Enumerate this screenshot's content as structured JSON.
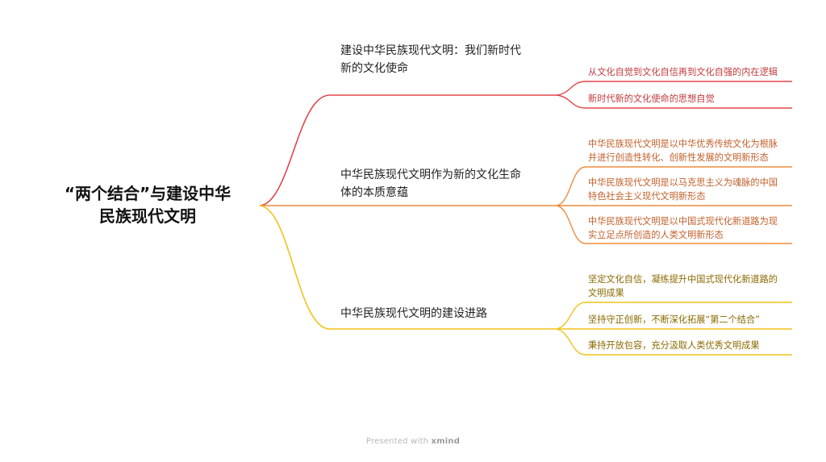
{
  "colors": {
    "branch_1": "#e2474b",
    "branch_2": "#ef8c3f",
    "branch_3": "#f0c31a",
    "leaf_text_1": "#c23a3d",
    "leaf_text_2": "#c2602a",
    "leaf_text_3": "#8a6a00"
  },
  "root": {
    "title_line1": "“两个结合”与建设中华",
    "title_line2": "民族现代文明"
  },
  "branches": [
    {
      "title_line1": "建设中华民族现代文明：我们新时代",
      "title_line2": "新的文化使命",
      "leaves": [
        {
          "line1": "从文化自觉到文化自信再到文化自强的内在逻辑",
          "line2": ""
        },
        {
          "line1": "新时代新的文化使命的思想自觉",
          "line2": ""
        }
      ]
    },
    {
      "title_line1": "中华民族现代文明作为新的文化生命",
      "title_line2": "体的本质意蕴",
      "leaves": [
        {
          "line1": "中华民族现代文明是以中华优秀传统文化为根脉",
          "line2": "并进行创造性转化、创新性发展的文明新形态"
        },
        {
          "line1": "中华民族现代文明是以马克思主义为魂脉的中国",
          "line2": "特色社会主义现代文明新形态"
        },
        {
          "line1": "中华民族现代文明是以中国式现代化新道路为现",
          "line2": "实立足点所创造的人类文明新形态"
        }
      ]
    },
    {
      "title_line1": "中华民族现代文明的建设进路",
      "title_line2": "",
      "leaves": [
        {
          "line1": "坚定文化自信，凝练提升中国式现代化新道路的",
          "line2": "文明成果"
        },
        {
          "line1": "坚持守正创新，不断深化拓展“第二个结合”",
          "line2": ""
        },
        {
          "line1": "秉持开放包容，充分汲取人类优秀文明成果",
          "line2": ""
        }
      ]
    }
  ],
  "footer": {
    "prefix": "Presented with",
    "brand": "xmind"
  }
}
